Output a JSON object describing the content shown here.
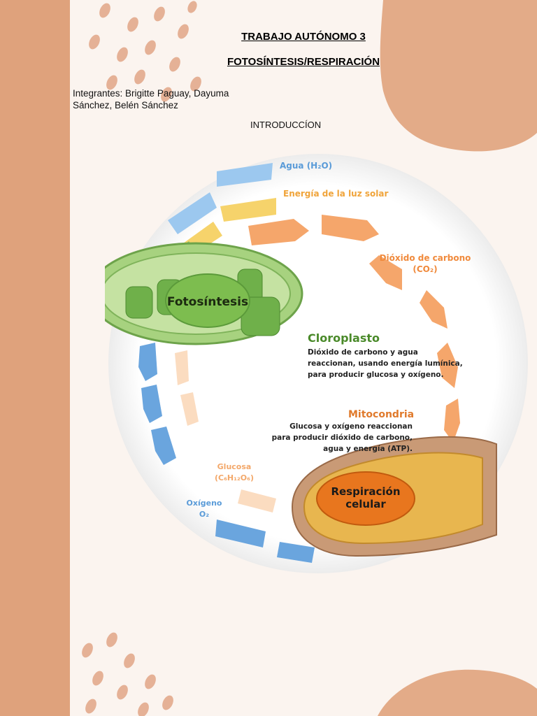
{
  "document": {
    "title_line1": "TRABAJO AUTÓNOMO 3",
    "title_line2": "FOTOSÍNTESIS/RESPIRACIÓN",
    "members_line1": "Integrantes: Brigitte Paguay, Dayuma",
    "members_line2": "Sánchez, Belén Sánchez",
    "section_heading": "INTRODUCCÍON"
  },
  "diagram": {
    "water": "Agua  (H₂O)",
    "sunlight": "Energía de la luz solar",
    "co2_line1": "Dióxido de carbono",
    "co2_line2": "(CO₂)",
    "photosynthesis": "Fotosíntesis",
    "chloroplast_title": "Cloroplasto",
    "chloroplast_desc_1": "Dióxido de carbono y agua",
    "chloroplast_desc_2": "reaccionan, usando energía lumínica,",
    "chloroplast_desc_3": "para producir glucosa y oxígeno.",
    "mito_title": "Mitocondria",
    "mito_desc_1": "Glucosa y oxígeno reaccionan",
    "mito_desc_2": "para producir dióxido de carbono,",
    "mito_desc_3": "agua y energía (ATP).",
    "glucose_line1": "Glucosa",
    "glucose_line2": "(C₆H₁₂O₆)",
    "oxygen_line1": "Oxígeno",
    "oxygen_line2": "O₂",
    "respiration_line1": "Respiración",
    "respiration_line2": "celular"
  },
  "colors": {
    "stripe": "#dfa27c",
    "blob": "#e3ab88",
    "orange_arrow": "#f5a66b",
    "blue_arrow": "#6aa5de",
    "yellow_arrow": "#f6d36b",
    "green": "#8bc46a",
    "mito": "#e8761e"
  }
}
